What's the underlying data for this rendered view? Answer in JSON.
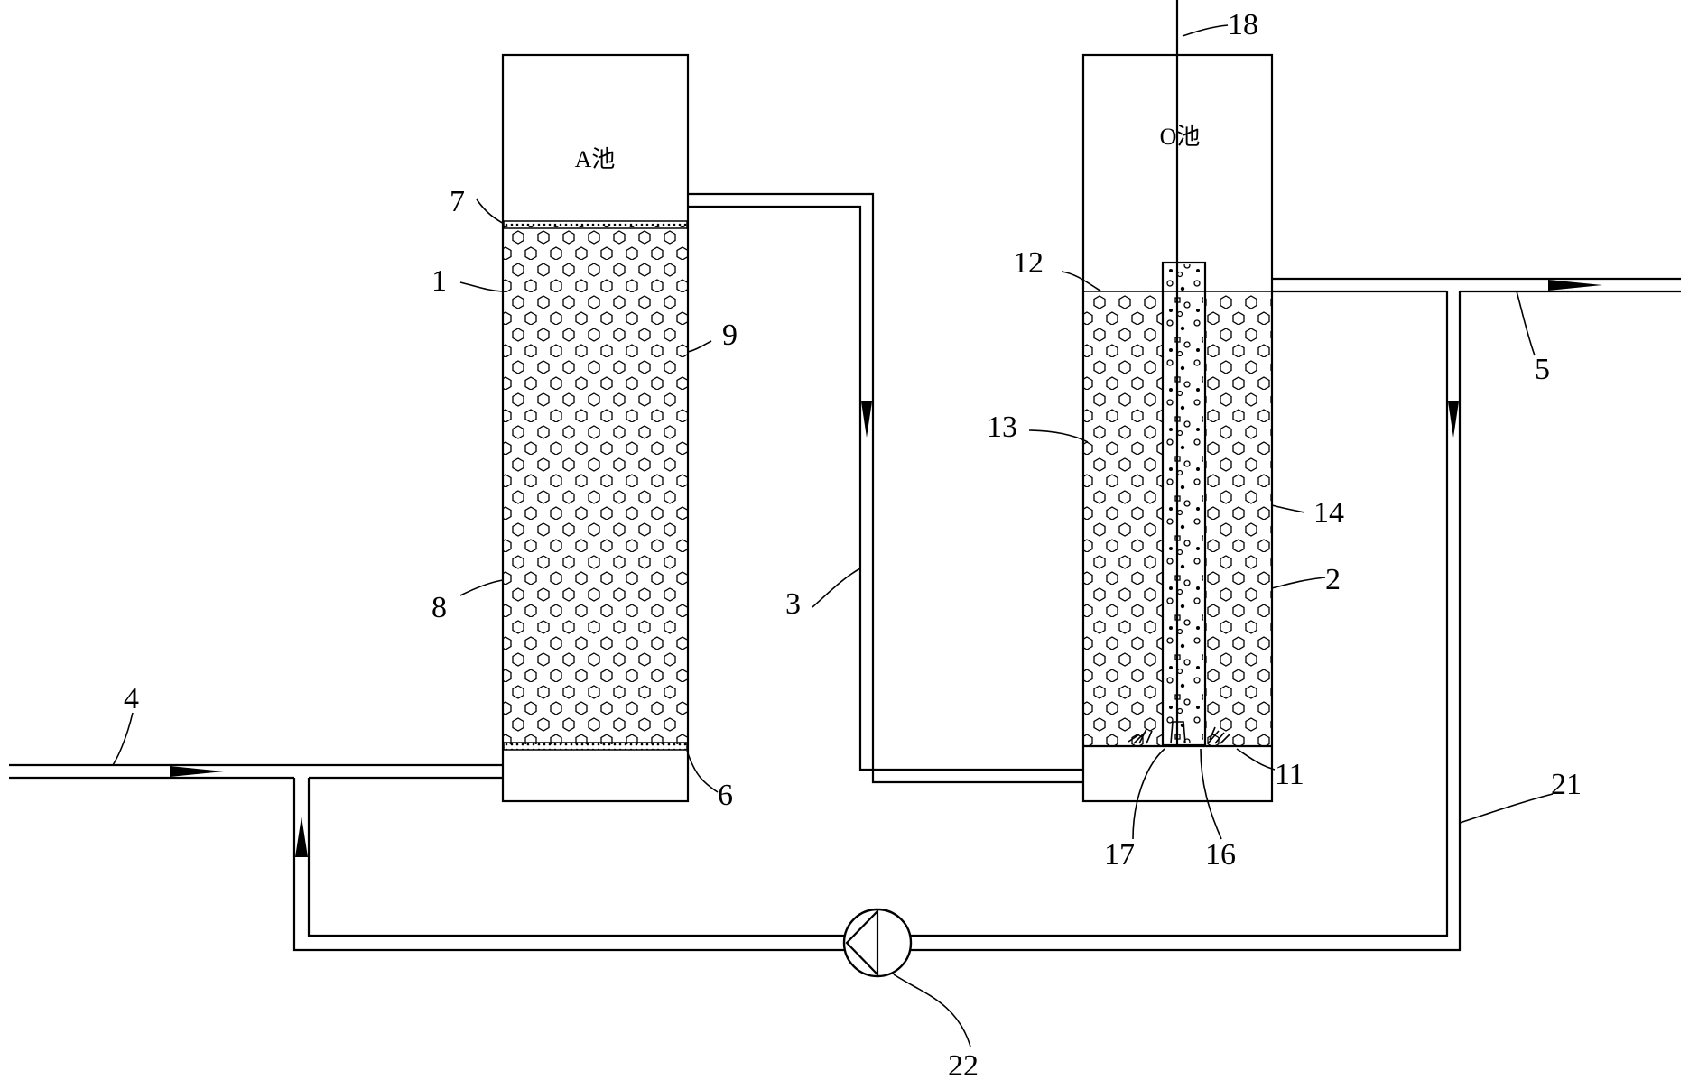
{
  "tanks": {
    "a_tank_label": "A池",
    "o_tank_label": "O池"
  },
  "callouts": {
    "n1": "1",
    "n2": "2",
    "n3": "3",
    "n4": "4",
    "n5": "5",
    "n6": "6",
    "n7": "7",
    "n8": "8",
    "n9": "9",
    "n11": "11",
    "n12": "12",
    "n13": "13",
    "n14": "14",
    "n16": "16",
    "n17": "17",
    "n18": "18",
    "n21": "21",
    "n22": "22"
  }
}
